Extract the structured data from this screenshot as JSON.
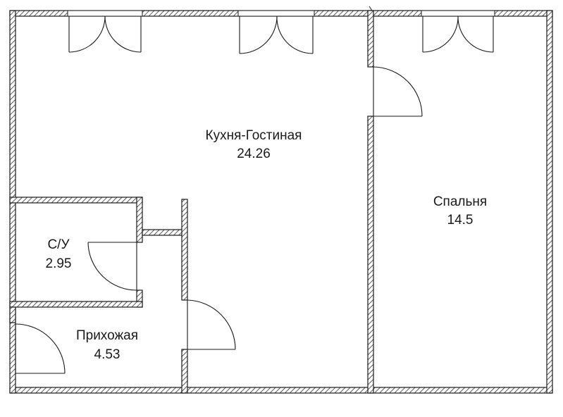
{
  "plan": {
    "rooms": [
      {
        "id": "kitchen-living",
        "name": "Кухня-Гостиная",
        "area": "24.26"
      },
      {
        "id": "bedroom",
        "name": "Спальня",
        "area": "14.5"
      },
      {
        "id": "bathroom",
        "name": "С/У",
        "area": "2.95"
      },
      {
        "id": "hallway",
        "name": "Прихожая",
        "area": "4.53"
      }
    ],
    "colors": {
      "wall_stroke": "#1a1a1a",
      "hatch": "#333333",
      "background": "#ffffff"
    }
  }
}
